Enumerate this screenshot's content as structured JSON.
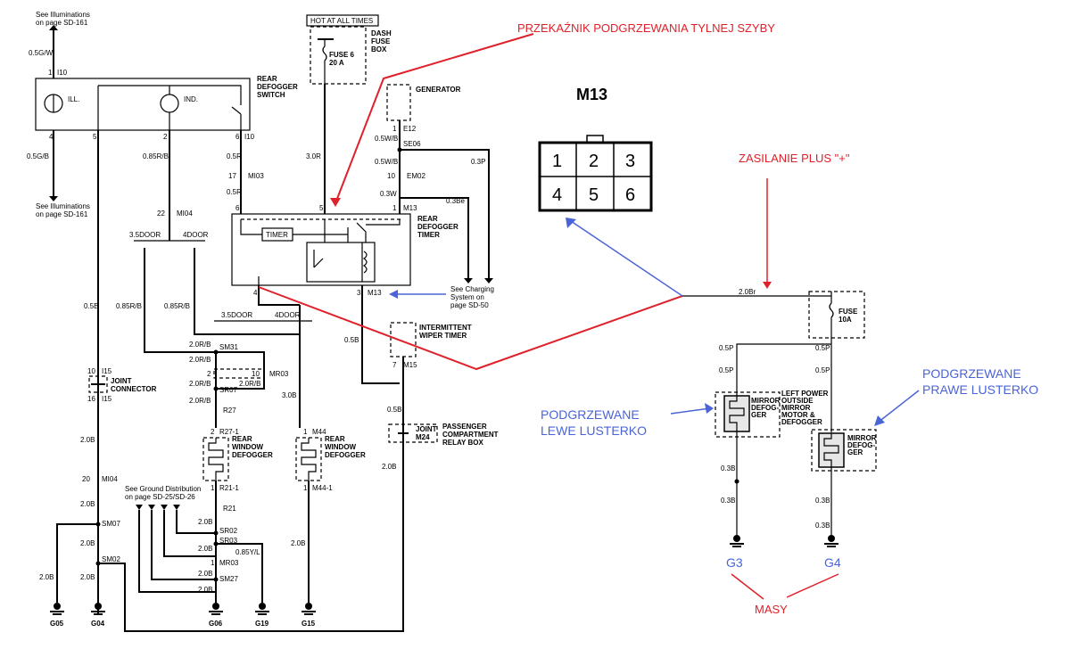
{
  "colors": {
    "annotation_red": "#e0202a",
    "annotation_blue": "#4a64d8",
    "component_fill": "#e6e6e6"
  },
  "notes": {
    "illum_top": [
      "See Illuminations",
      "on page SD-161"
    ],
    "illum_bottom": [
      "See Illuminations",
      "on page SD-161"
    ],
    "hot": "HOT AT ALL TIMES",
    "charging": [
      "See Charging",
      "System on",
      "page SD-50"
    ],
    "ground_dist": [
      "See Ground Distribution",
      "on page SD-25/SD-26"
    ]
  },
  "components": {
    "fuse6": [
      "FUSE 6",
      "20 A"
    ],
    "dash_fuse_box": [
      "DASH",
      "FUSE",
      "BOX"
    ],
    "rear_defogger_switch": [
      "REAR",
      "DEFOGGER",
      "SWITCH"
    ],
    "ill": "ILL.",
    "ind": "IND.",
    "generator": "GENERATOR",
    "timer_box": [
      "REAR",
      "DEFOGGER",
      "TIMER"
    ],
    "timer": "TIMER",
    "wiper": [
      "INTERMITTENT",
      "WIPER TIMER"
    ],
    "joint_connector": [
      "JOINT",
      "CONNECTOR"
    ],
    "pcrb": [
      "PASSENGER",
      "COMPARTMENT",
      "RELAY BOX"
    ],
    "joint": "JOINT",
    "rear_window_defogger": [
      "REAR",
      "WINDOW",
      "DEFOGGER"
    ],
    "rear_window_defogger2": [
      "REAR",
      "WINDOW",
      "DEFOGGER"
    ],
    "fuse10": [
      "FUSE",
      "10A"
    ],
    "mirror_left": [
      "MIRROR",
      "DEFOG-",
      "GER"
    ],
    "left_power_label": [
      "LEFT POWER",
      "OUTSIDE",
      "MIRROR",
      "MOTOR &",
      "DEFOGGER"
    ],
    "mirror_right": [
      "MIRROR",
      "DEFOG-",
      "GER"
    ]
  },
  "connectors": {
    "i10_top": "I10",
    "i10_bottom": "I10",
    "mi03": "MI03",
    "mi04": "MI04",
    "e12": "E12",
    "se06": "SE06",
    "em02": "EM02",
    "m13_top": "M13",
    "m13_bottom": "M13",
    "m15": "M15",
    "sm31": "SM31",
    "mr03": "MR03",
    "sr07": "SR07",
    "i15_top": "I15",
    "i15_bottom": "I15",
    "r27": "R27",
    "r27_1": "R27-1",
    "m44": "M44",
    "r21_1": "R21-1",
    "m44_1": "M44-1",
    "mi04_b": "MI04",
    "r21": "R21",
    "sm07": "SM07",
    "sr02": "SR02",
    "sr03": "SR03",
    "sm02": "SM02",
    "mr03_b": "MR03",
    "sm27": "SM27",
    "m24": "M24"
  },
  "pins": {
    "p1": "1",
    "p4": "4",
    "p5": "5",
    "p2": "2",
    "p6": "6",
    "p6b": "6",
    "p5b": "5",
    "p1b": "1",
    "p1c": "1",
    "p10": "10",
    "p17": "17",
    "p22": "22",
    "p4b": "4",
    "p3": "3",
    "p7": "7",
    "p1d": "1",
    "p2b": "2",
    "p10b": "10",
    "p10c": "10",
    "p16": "16",
    "p20": "20",
    "p2c": "2",
    "p1e": "1",
    "p1f": "1",
    "p1g": "1",
    "p1h": "1"
  },
  "wires": {
    "w_05gw": "0.5G/W",
    "w_05gb": "0.5G/B",
    "w_085rb": "0.85R/B",
    "w_05r_a": "0.5R",
    "w_05r_b": "0.5R",
    "w_30r": "3.0R",
    "w_05wb_a": "0.5W/B",
    "w_05wb_b": "0.5W/B",
    "w_03p": "0.3P",
    "w_03w": "0.3W",
    "w_03be": "0.3Be",
    "door_left_a": "3.5DOOR",
    "door_left_b": "4DOOR",
    "w_05b_left": "0.5B",
    "w_085rb_b": "0.85R/B",
    "w_085rb_c": "0.85R/B",
    "door_mid_a": "3.5DOOR",
    "door_mid_b": "4DOOR",
    "w_05b_mid": "0.5B",
    "w_20rb_1": "2.0R/B",
    "w_20rb_2": "2.0R/B",
    "w_20rb_3": "2.0R/B",
    "w_20rb_4": "2.0R/B",
    "w_20rb_5": "2.0R/B",
    "w_30b": "3.0B",
    "w_05b_right": "0.5B",
    "w_20b_1": "2.0B",
    "w_20b_2": "2.0B",
    "w_20b_3": "2.0B",
    "w_20b_4": "2.0B",
    "w_20b_5": "2.0B",
    "w_20b_6": "2.0B",
    "w_20b_7": "2.0B",
    "w_20b_8": "2.0B",
    "w_20b_9": "2.0B",
    "w_20b_10": "2.0B",
    "w_20b_11": "2.0B",
    "w_085yl": "0.85Y/L",
    "r_20br": "2.0Br",
    "r_05p_a": "0.5P",
    "r_05p_b": "0.5P",
    "r_05p_c": "0.5P",
    "r_05p_d": "0.5P",
    "r_03b_a": "0.3B",
    "r_03b_b": "0.3B",
    "r_03b_c": "0.3B",
    "r_03b_d": "0.3B"
  },
  "grounds": {
    "g05": "G05",
    "g04": "G04",
    "g06": "G06",
    "g19": "G19",
    "g15": "G15",
    "g3": "G3",
    "g4": "G4"
  },
  "connector_view": {
    "title": "M13",
    "pins": [
      "1",
      "2",
      "3",
      "4",
      "5",
      "6"
    ]
  },
  "annotations": {
    "relay": "PRZEKAŹNIK PODGRZEWANIA TYLNEJ SZYBY",
    "supply": "ZASILANIE PLUS \"+\"",
    "left_mirror": [
      "PODGRZEWANE",
      "LEWE LUSTERKO"
    ],
    "right_mirror": [
      "PODGRZEWANE",
      "PRAWE LUSTERKO"
    ],
    "grounds": "MASY"
  }
}
